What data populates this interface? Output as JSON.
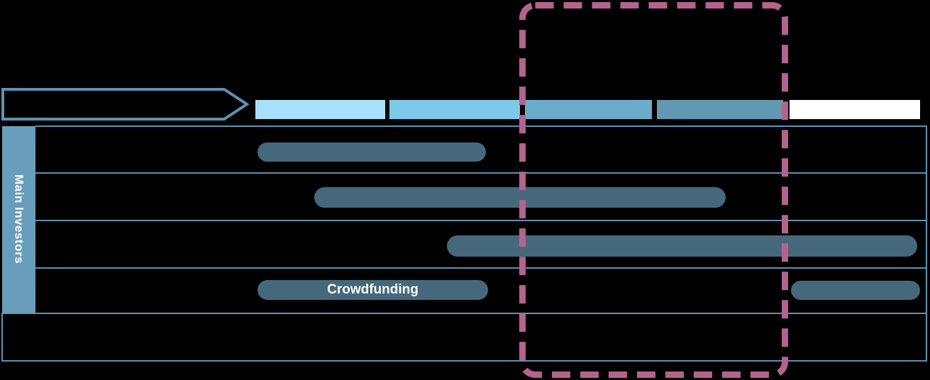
{
  "colors": {
    "background": "#000000",
    "arrow-outline": "#5E92B2",
    "grid-line": "#5E92B2",
    "segment-1": "#A9DFFA",
    "segment-2": "#7EC8E9",
    "segment-3": "#6CACCB",
    "segment-4": "#6298B1",
    "segment-5": "#FFFFFF",
    "sidebar-bg": "#689EBB",
    "bar-fill": "#45687D",
    "highlight-dash": "#B4638E",
    "label-text": "#FFFFFF"
  },
  "sidebar": {
    "label": "Main Investors"
  },
  "timeline": {
    "segment_count": 5
  },
  "rows": {
    "count": 4,
    "bars": [
      {
        "row": 1,
        "label": ""
      },
      {
        "row": 2,
        "label": ""
      },
      {
        "row": 3,
        "label": ""
      },
      {
        "row": 4,
        "label": "Crowdfunding"
      },
      {
        "row": 4,
        "label": ""
      }
    ]
  },
  "highlight": {
    "style": "dashed-rounded-rectangle"
  }
}
